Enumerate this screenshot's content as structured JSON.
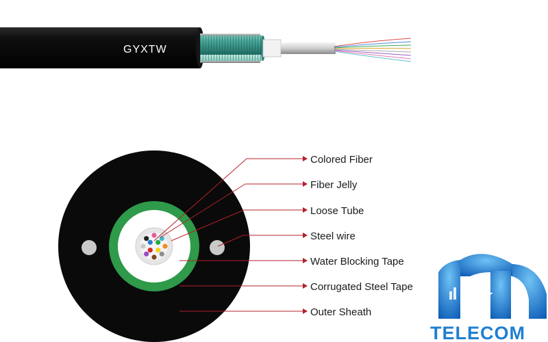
{
  "cable": {
    "marking": "GYXTW"
  },
  "callouts": [
    {
      "label": "Colored Fiber"
    },
    {
      "label": "Fiber Jelly"
    },
    {
      "label": "Loose Tube"
    },
    {
      "label": "Steel wire"
    },
    {
      "label": "Water Blocking Tape"
    },
    {
      "label": "Corrugated Steel Tape"
    },
    {
      "label": "Outer Sheath"
    }
  ],
  "fiber_colors": [
    "#f4d21b",
    "#d12a2a",
    "#2f7bd0",
    "#2aa84a",
    "#f08a2a",
    "#8d8d8d",
    "#7a4a26",
    "#9a4ac2",
    "#c8c8c8",
    "#222222",
    "#e65a9a",
    "#3fb8c8"
  ],
  "colors": {
    "sheath": "#0a0a0a",
    "armor": "#2e9a4a",
    "leader_line": "#b3202a"
  },
  "logo": {
    "text": "TELECOM",
    "icon": "hn-telecom-logo-icon"
  }
}
